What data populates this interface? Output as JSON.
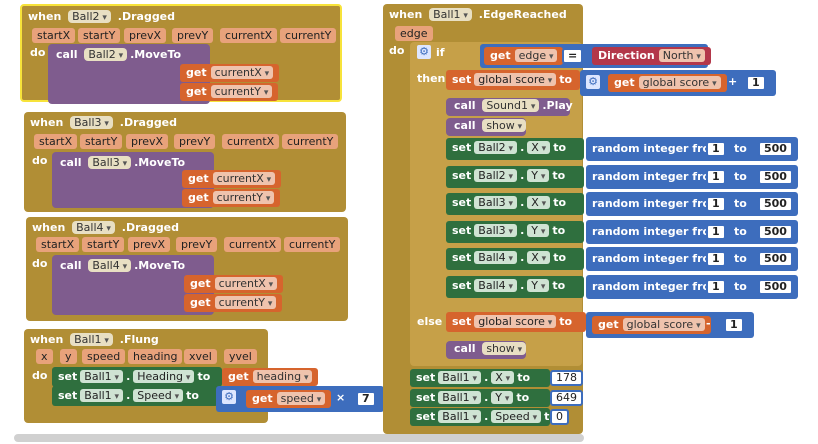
{
  "kw": {
    "when": "when",
    "do": "do",
    "call": "call",
    "get": "get",
    "set": "set",
    "to": "to",
    "if": "if",
    "then": "then",
    "else": "else",
    "random": "random integer from",
    "x": "x",
    "y": "y"
  },
  "ball2_dragged": {
    "comp": "Ball2",
    "event": ".Dragged",
    "params": [
      "startX",
      "startY",
      "prevX",
      "prevY",
      "currentX",
      "currentY"
    ],
    "method": ".MoveTo",
    "x_var": "currentX",
    "y_var": "currentY"
  },
  "ball3_dragged": {
    "comp": "Ball3",
    "event": ".Dragged",
    "params": [
      "startX",
      "startY",
      "prevX",
      "prevY",
      "currentX",
      "currentY"
    ],
    "method": ".MoveTo",
    "x_var": "currentX",
    "y_var": "currentY"
  },
  "ball4_dragged": {
    "comp": "Ball4",
    "event": ".Dragged",
    "params": [
      "startX",
      "startY",
      "prevX",
      "prevY",
      "currentX",
      "currentY"
    ],
    "method": ".MoveTo",
    "x_var": "currentX",
    "y_var": "currentY"
  },
  "ball1_flung": {
    "comp": "Ball1",
    "event": ".Flung",
    "params": [
      "x",
      "y",
      "speed",
      "heading",
      "xvel",
      "yvel"
    ],
    "set1": {
      "comp": "Ball1",
      "prop": "Heading",
      "var": "heading"
    },
    "set2": {
      "comp": "Ball1",
      "prop": "Speed",
      "var": "speed",
      "op": "×",
      "num": "7"
    }
  },
  "ball1_edge": {
    "comp": "Ball1",
    "event": ".EdgeReached",
    "param": "edge",
    "cond": {
      "var": "edge",
      "op": "=",
      "helper": "Direction",
      "value": "North"
    },
    "then_set": {
      "var": "global score",
      "op": "+",
      "num": "1"
    },
    "sound": {
      "comp": "Sound1",
      "method": ".Play"
    },
    "proc": "show",
    "random_sets": [
      {
        "comp": "Ball2",
        "prop": "X",
        "from": "1",
        "to": "500"
      },
      {
        "comp": "Ball2",
        "prop": "Y",
        "from": "1",
        "to": "500"
      },
      {
        "comp": "Ball3",
        "prop": "X",
        "from": "1",
        "to": "500"
      },
      {
        "comp": "Ball3",
        "prop": "Y",
        "from": "1",
        "to": "500"
      },
      {
        "comp": "Ball4",
        "prop": "X",
        "from": "1",
        "to": "500"
      },
      {
        "comp": "Ball4",
        "prop": "Y",
        "from": "1",
        "to": "500"
      }
    ],
    "else_set": {
      "var": "global score",
      "op": "-",
      "num": "1"
    },
    "else_proc": "show",
    "after": [
      {
        "comp": "Ball1",
        "prop": "X",
        "num": "178"
      },
      {
        "comp": "Ball1",
        "prop": "Y",
        "num": "649"
      },
      {
        "comp": "Ball1",
        "prop": "Speed",
        "num": "0"
      }
    ]
  }
}
